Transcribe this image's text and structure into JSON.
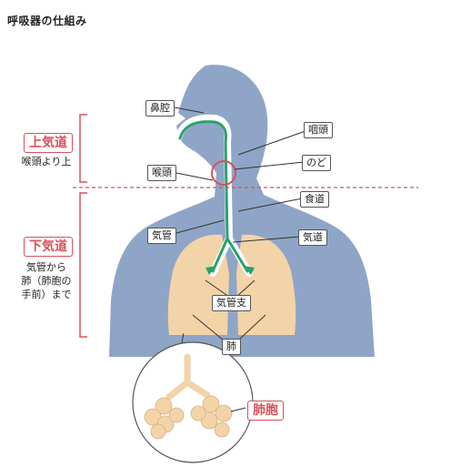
{
  "title": "呼吸器の仕組み",
  "upper_airway": {
    "label": "上気道",
    "note": "喉頭より上"
  },
  "lower_airway": {
    "label": "下気道",
    "note_lines": [
      "気管から",
      "肺（肺胞の",
      "手前）まで"
    ]
  },
  "alveolus_label": "肺胞",
  "parts": {
    "nasal_cavity": "鼻腔",
    "pharynx": "咽頭",
    "throat": "のど",
    "larynx": "喉頭",
    "esophagus": "食道",
    "trachea_left": "気管",
    "trachea_right": "気道",
    "bronchi": "気管支",
    "lung": "肺"
  },
  "colors": {
    "body": "#8fa5c7",
    "lung": "#f3d3a8",
    "airflow": "#29a36a",
    "accent_red": "#d8515a"
  }
}
